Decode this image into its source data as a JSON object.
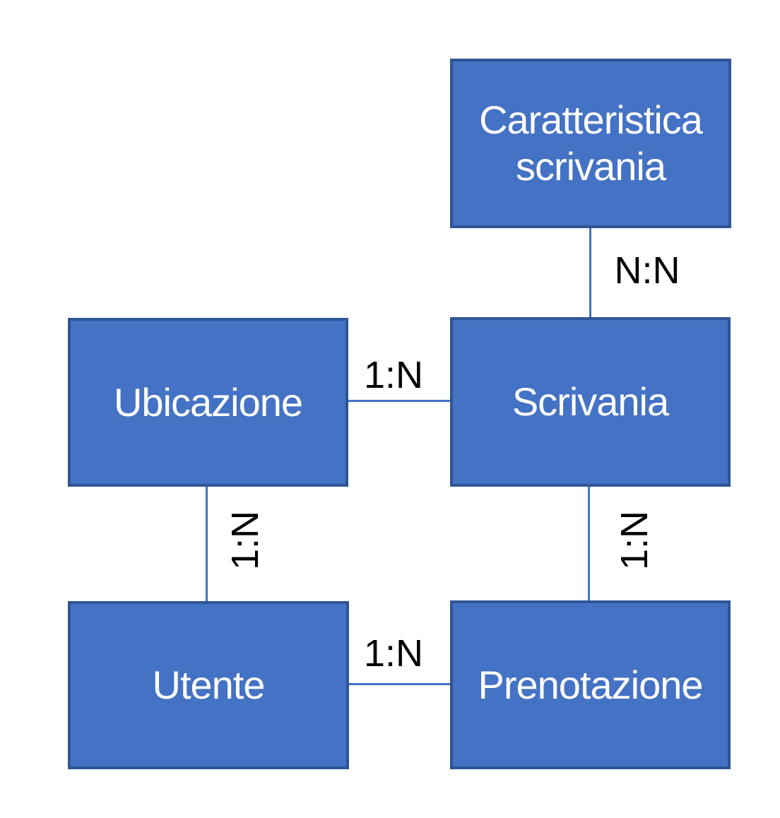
{
  "entities": [
    {
      "id": "caratteristica-scrivania",
      "label": "Caratteristica scrivania"
    },
    {
      "id": "ubicazione",
      "label": "Ubicazione"
    },
    {
      "id": "scrivania",
      "label": "Scrivania"
    },
    {
      "id": "utente",
      "label": "Utente"
    },
    {
      "id": "prenotazione",
      "label": "Prenotazione"
    }
  ],
  "relationships": [
    {
      "from": "caratteristica-scrivania",
      "to": "scrivania",
      "cardinality": "N:N"
    },
    {
      "from": "ubicazione",
      "to": "scrivania",
      "cardinality": "1:N"
    },
    {
      "from": "ubicazione",
      "to": "utente",
      "cardinality": "1:N"
    },
    {
      "from": "scrivania",
      "to": "prenotazione",
      "cardinality": "1:N"
    },
    {
      "from": "utente",
      "to": "prenotazione",
      "cardinality": "1:N"
    }
  ],
  "colors": {
    "entity_fill": "#4472c4",
    "entity_border": "#2e5596",
    "connector": "#4472c4",
    "entity_text": "#ffffff",
    "cardinality_text": "#000000",
    "background": "#ffffff"
  }
}
